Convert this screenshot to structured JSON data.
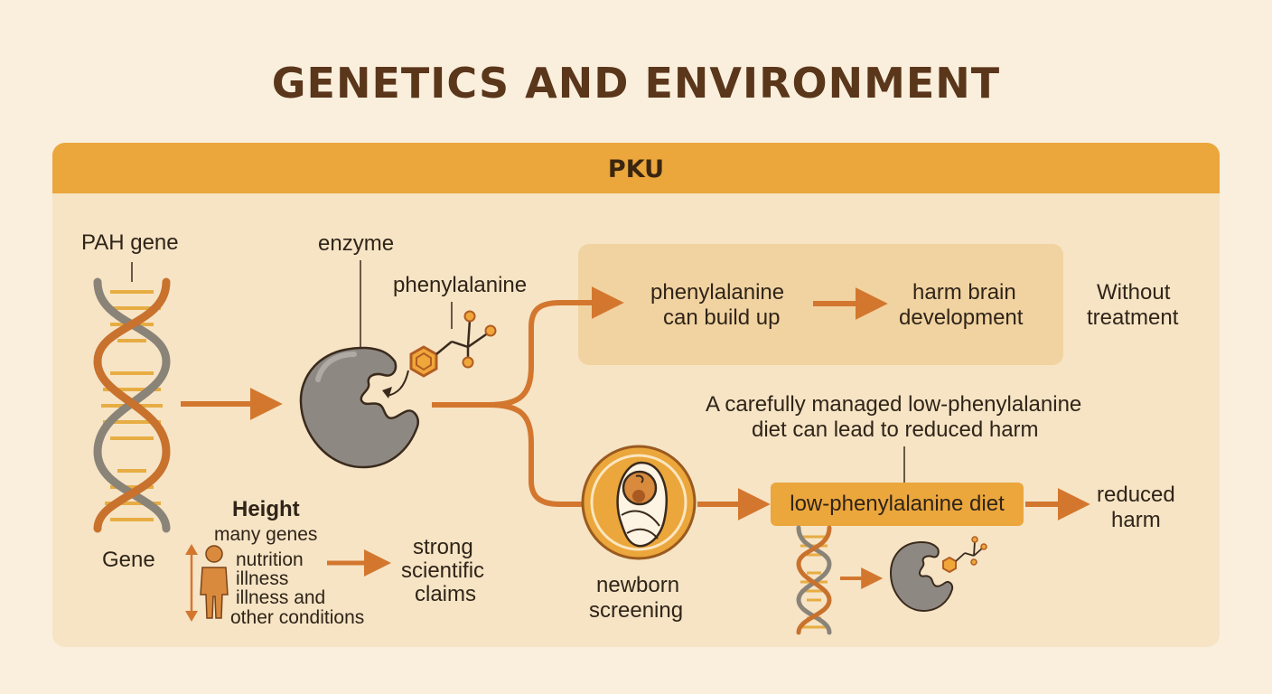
{
  "title": "GENETICS AND ENVIRONMENT",
  "panel_header": "PKU",
  "labels": {
    "pah_gene": "PAH gene",
    "gene": "Gene",
    "enzyme": "enzyme",
    "phenylalanine": "phenylalanine",
    "phe_build_up_1": "phenylalanine",
    "phe_build_up_2": "can build up",
    "harm_brain_1": "harm brain",
    "harm_brain_2": "development",
    "without_1": "Without",
    "without_2": "treatment",
    "managed_1": "A carefully managed low-phenylalanine",
    "managed_2": "diet can lead to reduced harm",
    "low_phe_diet": "low-phenylalanine diet",
    "reduced_1": "reduced",
    "reduced_2": "harm",
    "newborn_1": "newborn",
    "newborn_2": "screening",
    "height": "Height",
    "many_genes": "many genes",
    "nutrition": "nutrition",
    "illness": "illness",
    "illness_and": "illness and",
    "other_conditions": "other conditions",
    "strong_1": "strong",
    "strong_2": "scientific",
    "strong_3": "claims"
  },
  "icons": [
    "dna-icon",
    "enzyme-icon",
    "phenylalanine-molecule-icon",
    "newborn-icon",
    "person-icon"
  ],
  "colors": {
    "background": "#f9efdc",
    "panel": "#f6e4c5",
    "accent": "#eba63c",
    "arrow": "#d3772f",
    "title": "#5a361b"
  }
}
